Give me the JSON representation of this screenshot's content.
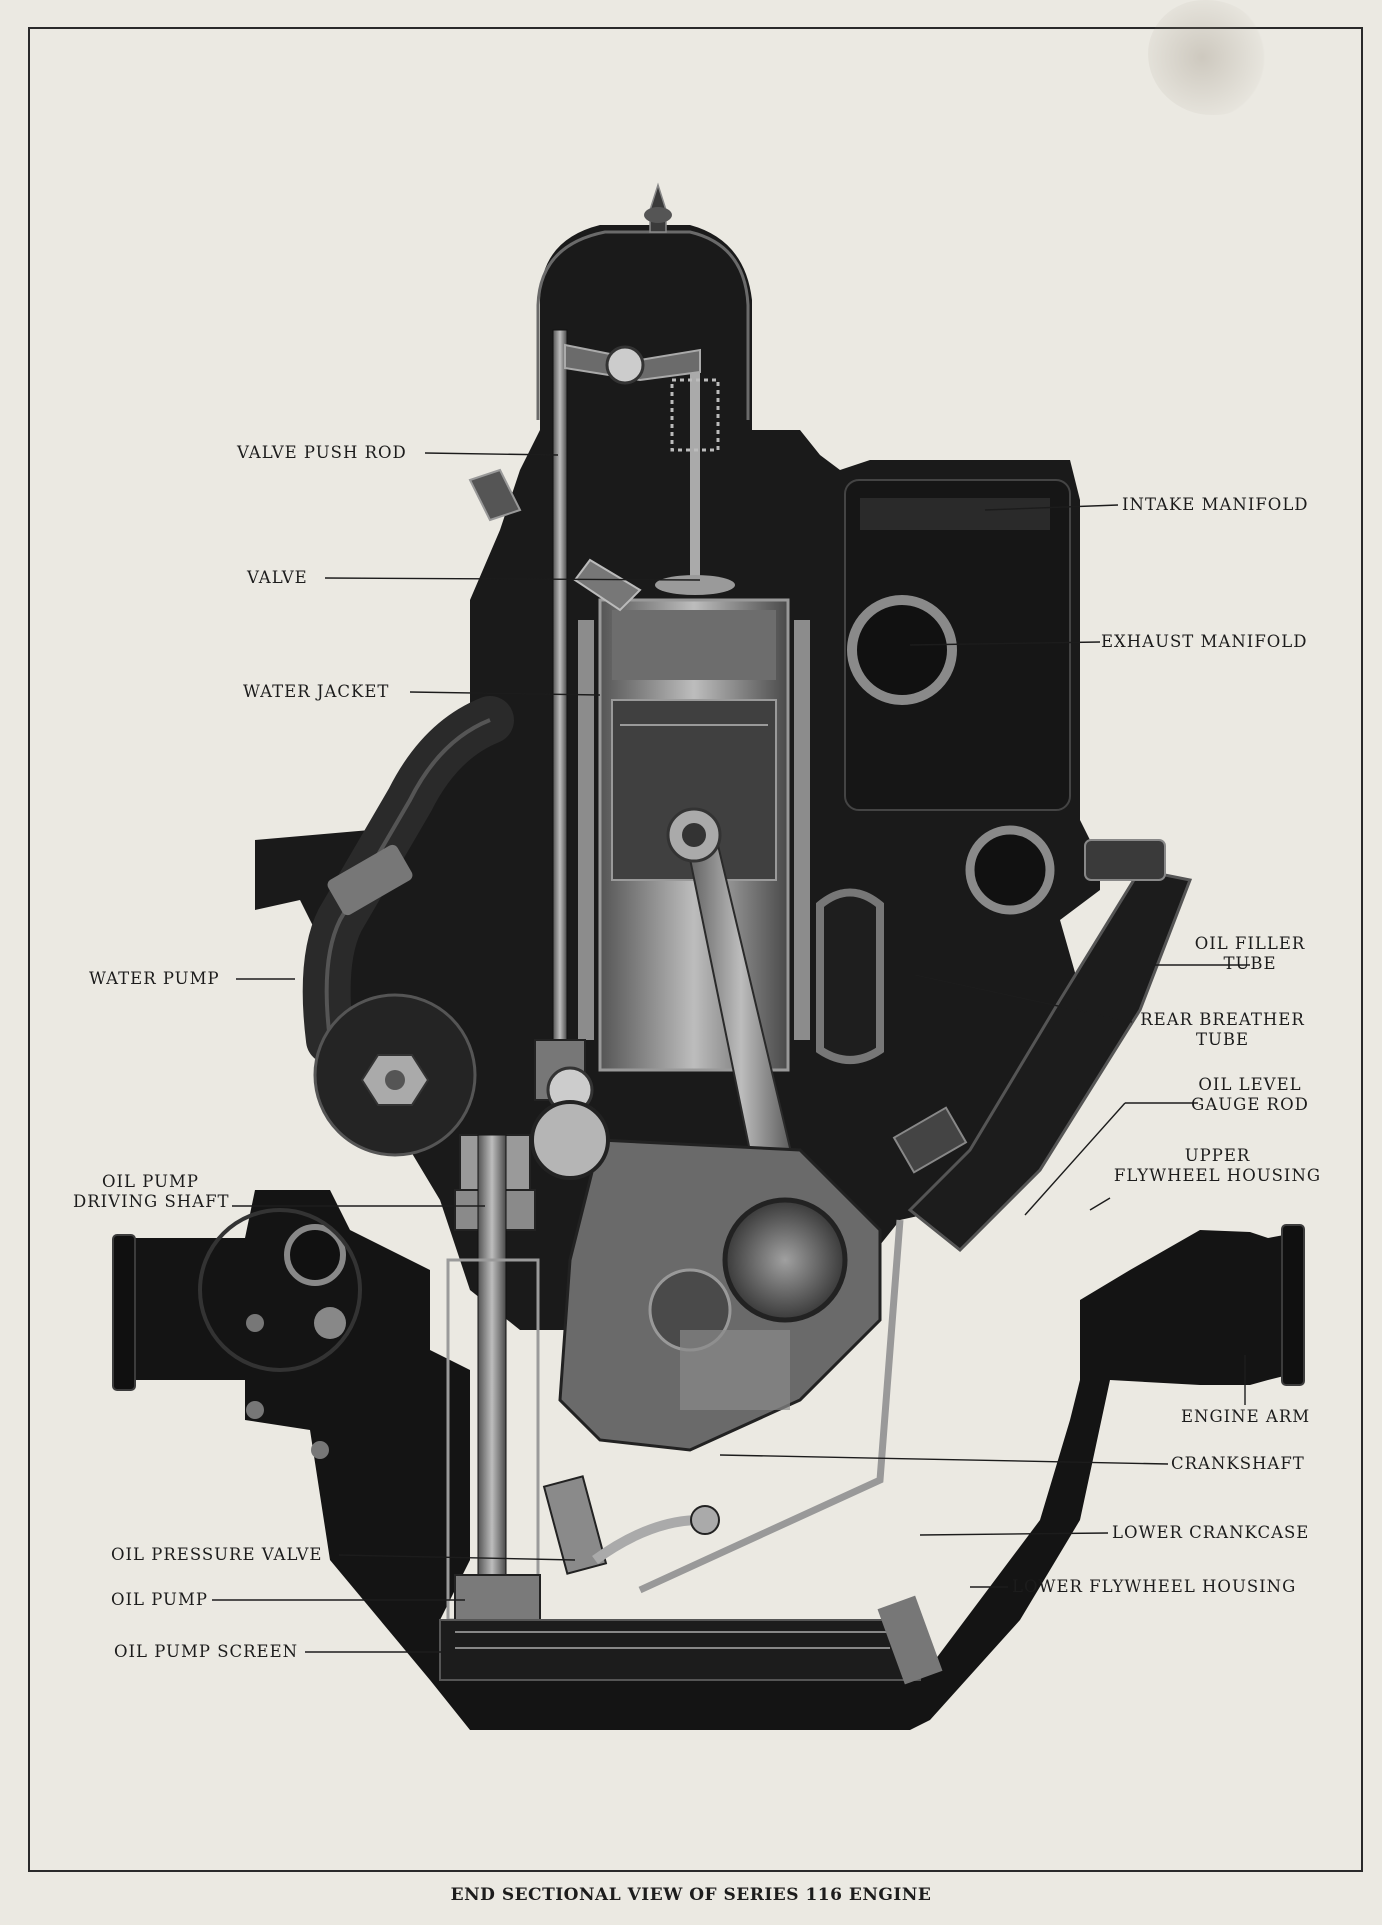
{
  "labels": {
    "valve_push_rod": "VALVE PUSH ROD",
    "valve": "VALVE",
    "water_jacket": "WATER JACKET",
    "water_pump": "WATER PUMP",
    "oil_pump_driving_shaft_1": "OIL PUMP",
    "oil_pump_driving_shaft_2": "DRIVING SHAFT",
    "oil_pressure_valve": "OIL PRESSURE VALVE",
    "oil_pump": "OIL PUMP",
    "oil_pump_screen": "OIL PUMP SCREEN",
    "intake_manifold": "INTAKE MANIFOLD",
    "exhaust_manifold": "EXHAUST MANIFOLD",
    "oil_filler_tube_1": "OIL FILLER",
    "oil_filler_tube_2": "TUBE",
    "rear_breather_tube_1": "REAR BREATHER",
    "rear_breather_tube_2": "TUBE",
    "oil_level_gauge_rod_1": "OIL LEVEL",
    "oil_level_gauge_rod_2": "GAUGE ROD",
    "upper_flywheel_housing_1": "UPPER",
    "upper_flywheel_housing_2": "FLYWHEEL HOUSING",
    "engine_arm": "ENGINE ARM",
    "crankshaft": "CRANKSHAFT",
    "lower_crankcase": "LOWER CRANKCASE",
    "lower_flywheel_housing": "LOWER FLYWHEEL HOUSING"
  },
  "caption": "END SECTIONAL VIEW OF SERIES 116 ENGINE"
}
